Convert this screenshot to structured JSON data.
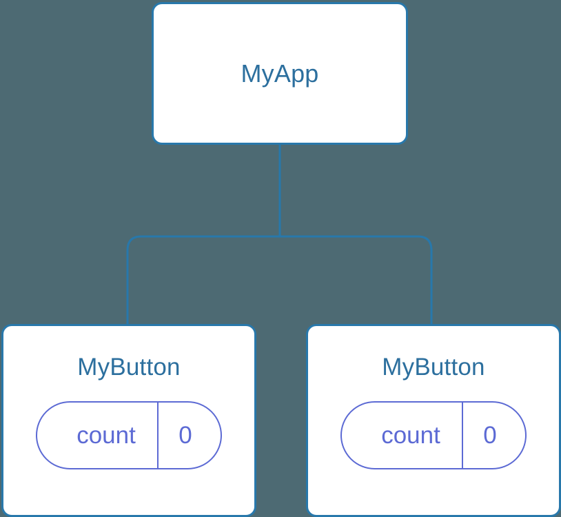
{
  "diagram": {
    "type": "component-tree",
    "background_color": "#4d6a73",
    "node_border_color": "#2878ab",
    "node_fill_color": "#ffffff",
    "node_title_color": "#2c6f9e",
    "state_accent_color": "#5c6ad4",
    "connector_color": "#2878ab",
    "root": {
      "title": "MyApp"
    },
    "children": [
      {
        "title": "MyButton",
        "state": {
          "key": "count",
          "value": "0"
        }
      },
      {
        "title": "MyButton",
        "state": {
          "key": "count",
          "value": "0"
        }
      }
    ]
  }
}
